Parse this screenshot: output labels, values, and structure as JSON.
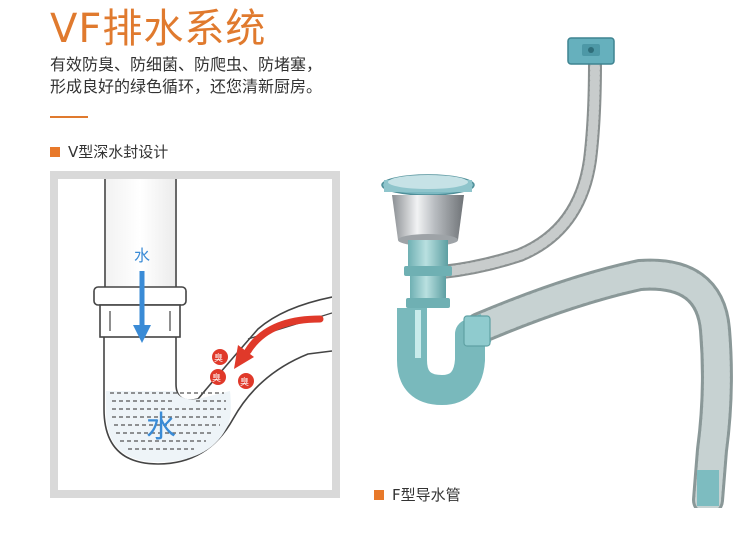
{
  "header": {
    "title": "VF排水系统",
    "desc_line1": "有效防臭、防细菌、防爬虫、防堵塞，",
    "desc_line2": "形成良好的绿色循环，还您清新厨房。"
  },
  "sections": {
    "v_label": "V型深水封设计",
    "f_label": "F型导水管"
  },
  "diagram": {
    "water_arrow_label": "水",
    "water_big_label": "水",
    "odor_label": "臭"
  },
  "colors": {
    "accent": "#e07a2e",
    "water_arrow": "#3a8bd6",
    "odor_red": "#e0392a",
    "pipe_teal": "#8cc4c4",
    "frame_gray": "#d9d9d9"
  }
}
